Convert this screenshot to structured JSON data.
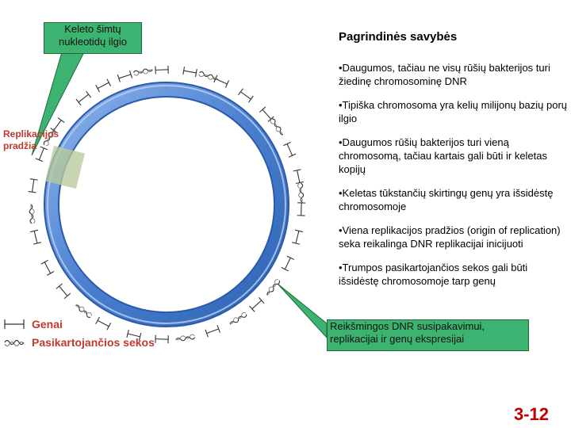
{
  "callouts": {
    "top": [
      "Keleto šimtų",
      "nukleotidų ilgio"
    ],
    "bottom": [
      "Reikšmingos DNR susipakavimui,",
      "replikacijai ir genų ekspresijai"
    ]
  },
  "replication_origin_label": [
    "Replikacijos",
    "pradžia"
  ],
  "legend": {
    "genes": "Genai",
    "repeats": "Pasikartojančios sekos"
  },
  "properties": {
    "title": "Pagrindinės savybės",
    "items": [
      "•Daugumos, tačiau ne visų rūšių bakterijos turi žiedinę chromosominę DNR",
      "•Tipiška chromosoma yra kelių milijonų bazių porų ilgio",
      "•Daugumos rūšių bakterijos turi vieną chromosomą, tačiau kartais gali būti ir keletas kopijų",
      "•Keletas tūkstančių skirtingų genų yra išsidėstę chromosomoje",
      "•Viena replikacijos pradžios (origin of replication) seka reikalinga DNR replikacijai inicijuoti",
      "•Trumpos pasikartojančios sekos gali būti išsidėstę chromosomoje tarp genų"
    ]
  },
  "slide_number": "3-12",
  "colors": {
    "ring": "#5b8ed6",
    "callout": "#3cb371",
    "label_red": "#c0392b",
    "slide_number": "#c00000"
  }
}
